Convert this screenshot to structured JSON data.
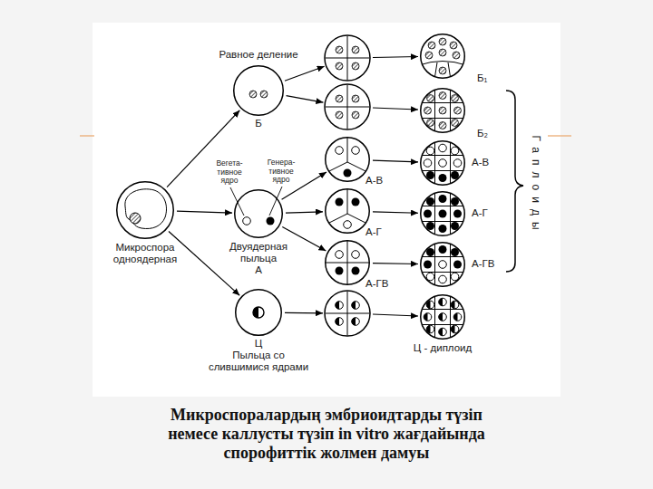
{
  "diagram": {
    "caption": "Микроспоралардың эмбриоидтарды түзіп немесе каллусты түзіп in vitro жағдайында спорофиттік жолмен дамуы",
    "nodes": [
      {
        "text": [
          "Микроспора одноядерная"
        ]
      },
      {
        "text": [
          "Равное деление",
          "Б"
        ]
      },
      {
        "text": [
          "Двуядерная пыльца",
          "А"
        ]
      },
      {
        "text": [
          "Ц",
          "Пыльца со слившимися ядрами"
        ]
      },
      {
        "text": [
          "А-В"
        ]
      },
      {
        "text": [
          "А-Г"
        ]
      },
      {
        "text": [
          "А-ГВ"
        ]
      },
      {
        "text": [
          "Б₁"
        ]
      },
      {
        "text": [
          "Б₂"
        ]
      },
      {
        "text": [
          "А-В"
        ]
      },
      {
        "text": [
          "А-Г"
        ]
      },
      {
        "text": [
          "А-ГВ"
        ]
      },
      {
        "text": [
          "Ц - диплоид"
        ]
      }
    ],
    "edges": [
      {
        "from": 0,
        "to": 1,
        "arrow": "to"
      },
      {
        "from": 0,
        "to": 2,
        "arrow": "to"
      },
      {
        "from": 0,
        "to": 3,
        "arrow": "to"
      },
      {
        "from": 2,
        "to": 4,
        "arrow": "to"
      },
      {
        "from": 2,
        "to": 5,
        "arrow": "to"
      },
      {
        "from": 2,
        "to": 6,
        "arrow": "to"
      },
      {
        "from": 4,
        "to": 9,
        "arrow": "to"
      },
      {
        "from": 5,
        "to": 10,
        "arrow": "to"
      },
      {
        "from": 6,
        "to": 11,
        "arrow": "to"
      }
    ],
    "labels": [
      "Вегета- тивное ядро",
      "Генера- тивное ядро",
      "Гаплоиды"
    ]
  }
}
